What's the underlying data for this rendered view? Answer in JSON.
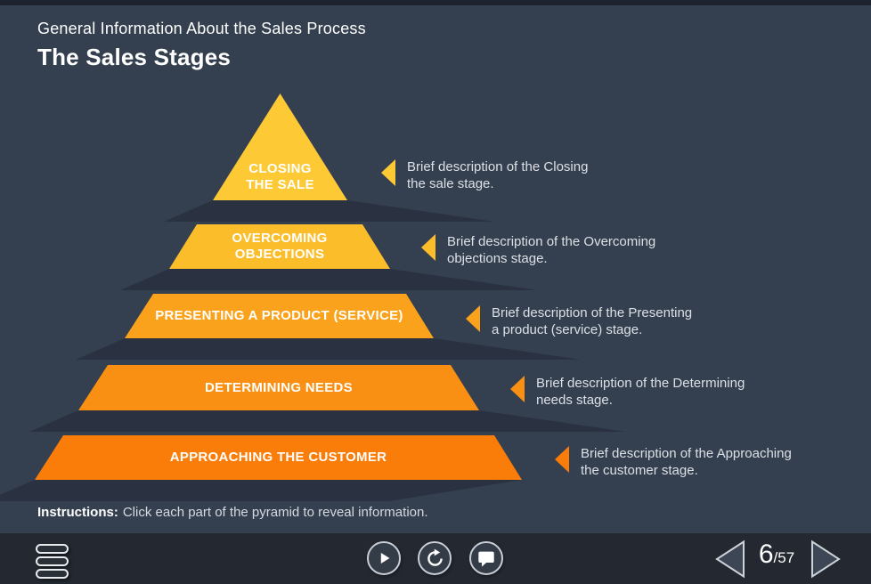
{
  "slide": {
    "subtitle": "General Information About the Sales Process",
    "title": "The Sales Stages"
  },
  "pyramid": {
    "levels": [
      {
        "name": "closing-the-sale",
        "label_lines": [
          "CLOSING",
          "THE SALE"
        ],
        "color": "#FDCA36",
        "desc_lines": [
          "Brief description of the Closing",
          "the sale stage."
        ]
      },
      {
        "name": "overcoming-objections",
        "label_lines": [
          "OVERCOMING",
          "OBJECTIONS"
        ],
        "color": "#FBBD29",
        "desc_lines": [
          "Brief description of the Overcoming",
          "objections stage."
        ]
      },
      {
        "name": "presenting-a-product",
        "label_lines": [
          "PRESENTING A PRODUCT (SERVICE)"
        ],
        "color": "#FAA21B",
        "desc_lines": [
          "Brief description of the Presenting",
          "a product (service) stage."
        ]
      },
      {
        "name": "determining-needs",
        "label_lines": [
          "DETERMINING NEEDS"
        ],
        "color": "#FA9013",
        "desc_lines": [
          "Brief description of the Determining",
          "needs stage."
        ]
      },
      {
        "name": "approaching-the-customer",
        "label_lines": [
          "APPROACHING THE CUSTOMER"
        ],
        "color": "#FA7D09",
        "desc_lines": [
          "Brief description of the Approaching",
          "the customer stage."
        ]
      }
    ]
  },
  "instructions": {
    "label": "Instructions:",
    "text": "Click each part of the pyramid to reveal information."
  },
  "player": {
    "pagination": {
      "current": "6",
      "separator": "/",
      "total": "57"
    }
  },
  "colors": {
    "background": "#343F4F",
    "player_bar": "#232831",
    "shadow": "#2A3140"
  }
}
